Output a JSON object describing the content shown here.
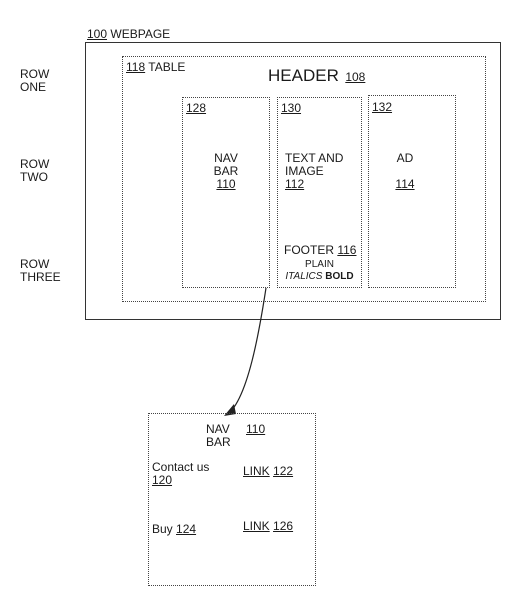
{
  "rows": {
    "one": [
      "ROW",
      "ONE"
    ],
    "two": [
      "ROW",
      "TWO"
    ],
    "three": [
      "ROW",
      "THREE"
    ]
  },
  "webpage": {
    "ref": "100",
    "label": "WEBPAGE"
  },
  "table": {
    "ref": "118",
    "label": "TABLE"
  },
  "header": {
    "label": "HEADER",
    "ref": "108"
  },
  "cells": {
    "nav": {
      "ref": "128",
      "line1": "NAV",
      "line2": "BAR",
      "num": "110"
    },
    "content": {
      "ref": "130",
      "line1": "TEXT AND",
      "line2": "IMAGE",
      "num": "112"
    },
    "ad": {
      "ref": "132",
      "line1": "AD",
      "num": "114"
    }
  },
  "footer": {
    "label": "FOOTER",
    "ref": "116",
    "plain": "PLAIN",
    "italics": "ITALICS",
    "bold": "BOLD"
  },
  "detail": {
    "title1": "NAV",
    "title2": "BAR",
    "title_ref": "110",
    "contact_label": "Contact us",
    "contact_ref": "120",
    "link1_label": "LINK",
    "link1_ref": "122",
    "buy_label": "Buy",
    "buy_ref": "124",
    "link2_label": "LINK",
    "link2_ref": "126"
  }
}
